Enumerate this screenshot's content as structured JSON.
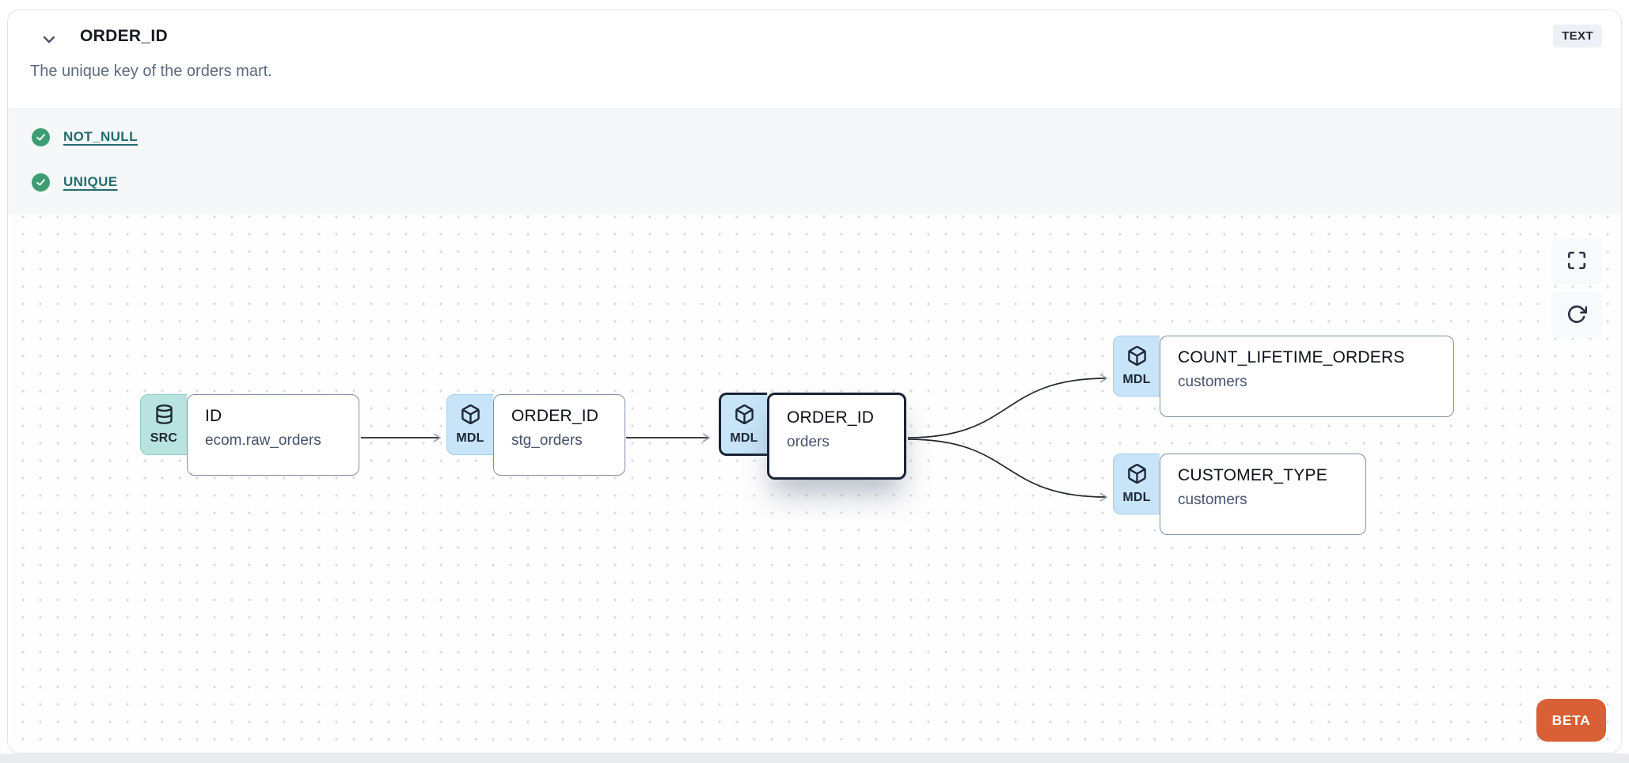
{
  "header": {
    "title": "ORDER_ID",
    "type_badge": "TEXT",
    "description": "The unique key of the orders mart.",
    "collapse_icon": "chevron-down-icon"
  },
  "tests": {
    "items": [
      {
        "label": "NOT_NULL",
        "status": "pass",
        "icon": "check-circle-icon"
      },
      {
        "label": "UNIQUE",
        "status": "pass",
        "icon": "check-circle-icon"
      }
    ]
  },
  "lineage": {
    "beta_label": "BETA",
    "controls": [
      {
        "name": "fullscreen",
        "icon": "maximize-icon"
      },
      {
        "name": "refresh",
        "icon": "rotate-cw-icon"
      }
    ],
    "nodes": [
      {
        "badge": "SRC",
        "icon": "database-icon",
        "title": "ID",
        "subtitle": "ecom.raw_orders",
        "type": "source",
        "selected": false
      },
      {
        "badge": "MDL",
        "icon": "box-icon",
        "title": "ORDER_ID",
        "subtitle": "stg_orders",
        "type": "model",
        "selected": false
      },
      {
        "badge": "MDL",
        "icon": "box-icon",
        "title": "ORDER_ID",
        "subtitle": "orders",
        "type": "model",
        "selected": true
      },
      {
        "badge": "MDL",
        "icon": "box-icon",
        "title": "COUNT_LIFETIME_ORDERS",
        "subtitle": "customers",
        "type": "model",
        "selected": false
      },
      {
        "badge": "MDL",
        "icon": "box-icon",
        "title": "CUSTOMER_TYPE",
        "subtitle": "customers",
        "type": "model",
        "selected": false
      }
    ],
    "edges": [
      {
        "from": "ID (ecom.raw_orders)",
        "to": "ORDER_ID (stg_orders)"
      },
      {
        "from": "ORDER_ID (stg_orders)",
        "to": "ORDER_ID (orders)"
      },
      {
        "from": "ORDER_ID (orders)",
        "to": "COUNT_LIFETIME_ORDERS (customers)"
      },
      {
        "from": "ORDER_ID (orders)",
        "to": "CUSTOMER_TYPE (customers)"
      }
    ]
  },
  "colors": {
    "test_pass_green": "#3d9d72",
    "test_link_teal": "#236c6c",
    "source_badge_fill": "#b9e3de",
    "model_badge_fill": "#c7e4f8",
    "selected_node_border": "#1b2434",
    "node_border": "#8290a4",
    "beta_orange": "#d95f36",
    "type_badge_bg": "#edf0f4",
    "tests_section_bg": "#f5f7f9"
  }
}
